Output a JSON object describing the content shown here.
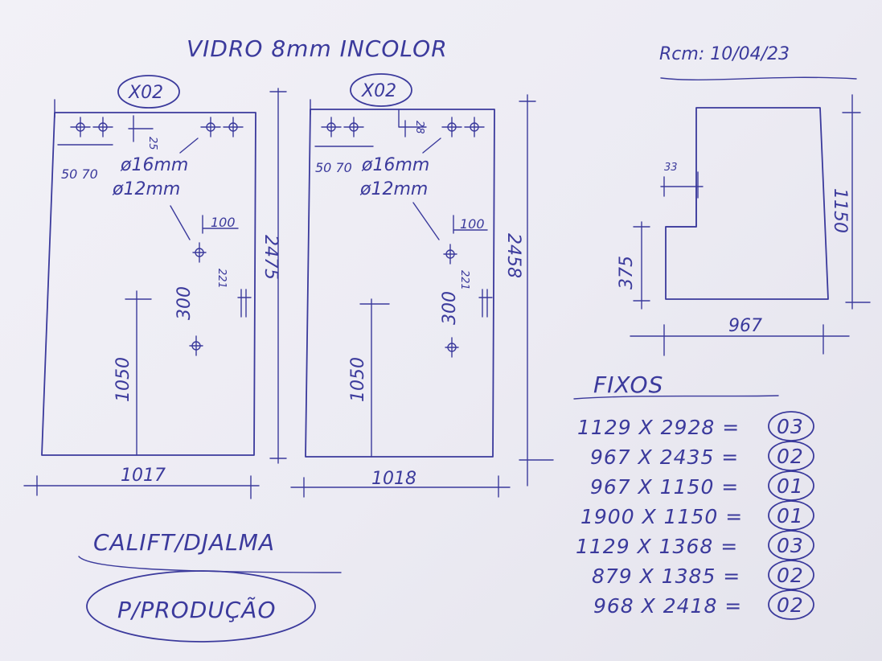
{
  "colors": {
    "ink": "#3b3a9c",
    "paper": "#efeef5"
  },
  "header": {
    "title": "VIDRO 8mm INCOLOR",
    "date": "Rcm: 10/04/23"
  },
  "panel_left": {
    "qty": "X02",
    "hole_spacing": "50 70",
    "offset": "25",
    "dia_large": "ø16mm",
    "dia_small": "ø12mm",
    "spacing_100": "100",
    "dim_300": "300",
    "dim_221": "221",
    "height": "2475",
    "height_1050": "1050",
    "width": "1017"
  },
  "panel_right": {
    "qty": "X02",
    "hole_spacing": "50 70",
    "offset": "28",
    "dia_large": "ø16mm",
    "dia_small": "ø12mm",
    "spacing_100": "100",
    "dim_300": "300",
    "dim_221": "221",
    "height": "2458",
    "height_1050": "1050",
    "width": "1018"
  },
  "lshape": {
    "notch": "33",
    "side": "375",
    "height": "1150",
    "width": "967"
  },
  "fixos": {
    "title": "FIXOS",
    "rows": [
      {
        "dims": "1129 X 2928 =",
        "qty": "03"
      },
      {
        "dims": "967 X 2435 =",
        "qty": "02"
      },
      {
        "dims": "967 X 1150 =",
        "qty": "01"
      },
      {
        "dims": "1900 X 1150 =",
        "qty": "01"
      },
      {
        "dims": "1129 X 1368 =",
        "qty": "03"
      },
      {
        "dims": "879 X 1385 =",
        "qty": "02"
      },
      {
        "dims": "968 X 2418 =",
        "qty": "02"
      }
    ]
  },
  "client": "CALIFT/DJALMA",
  "destination": "P/PRODUÇÃO"
}
